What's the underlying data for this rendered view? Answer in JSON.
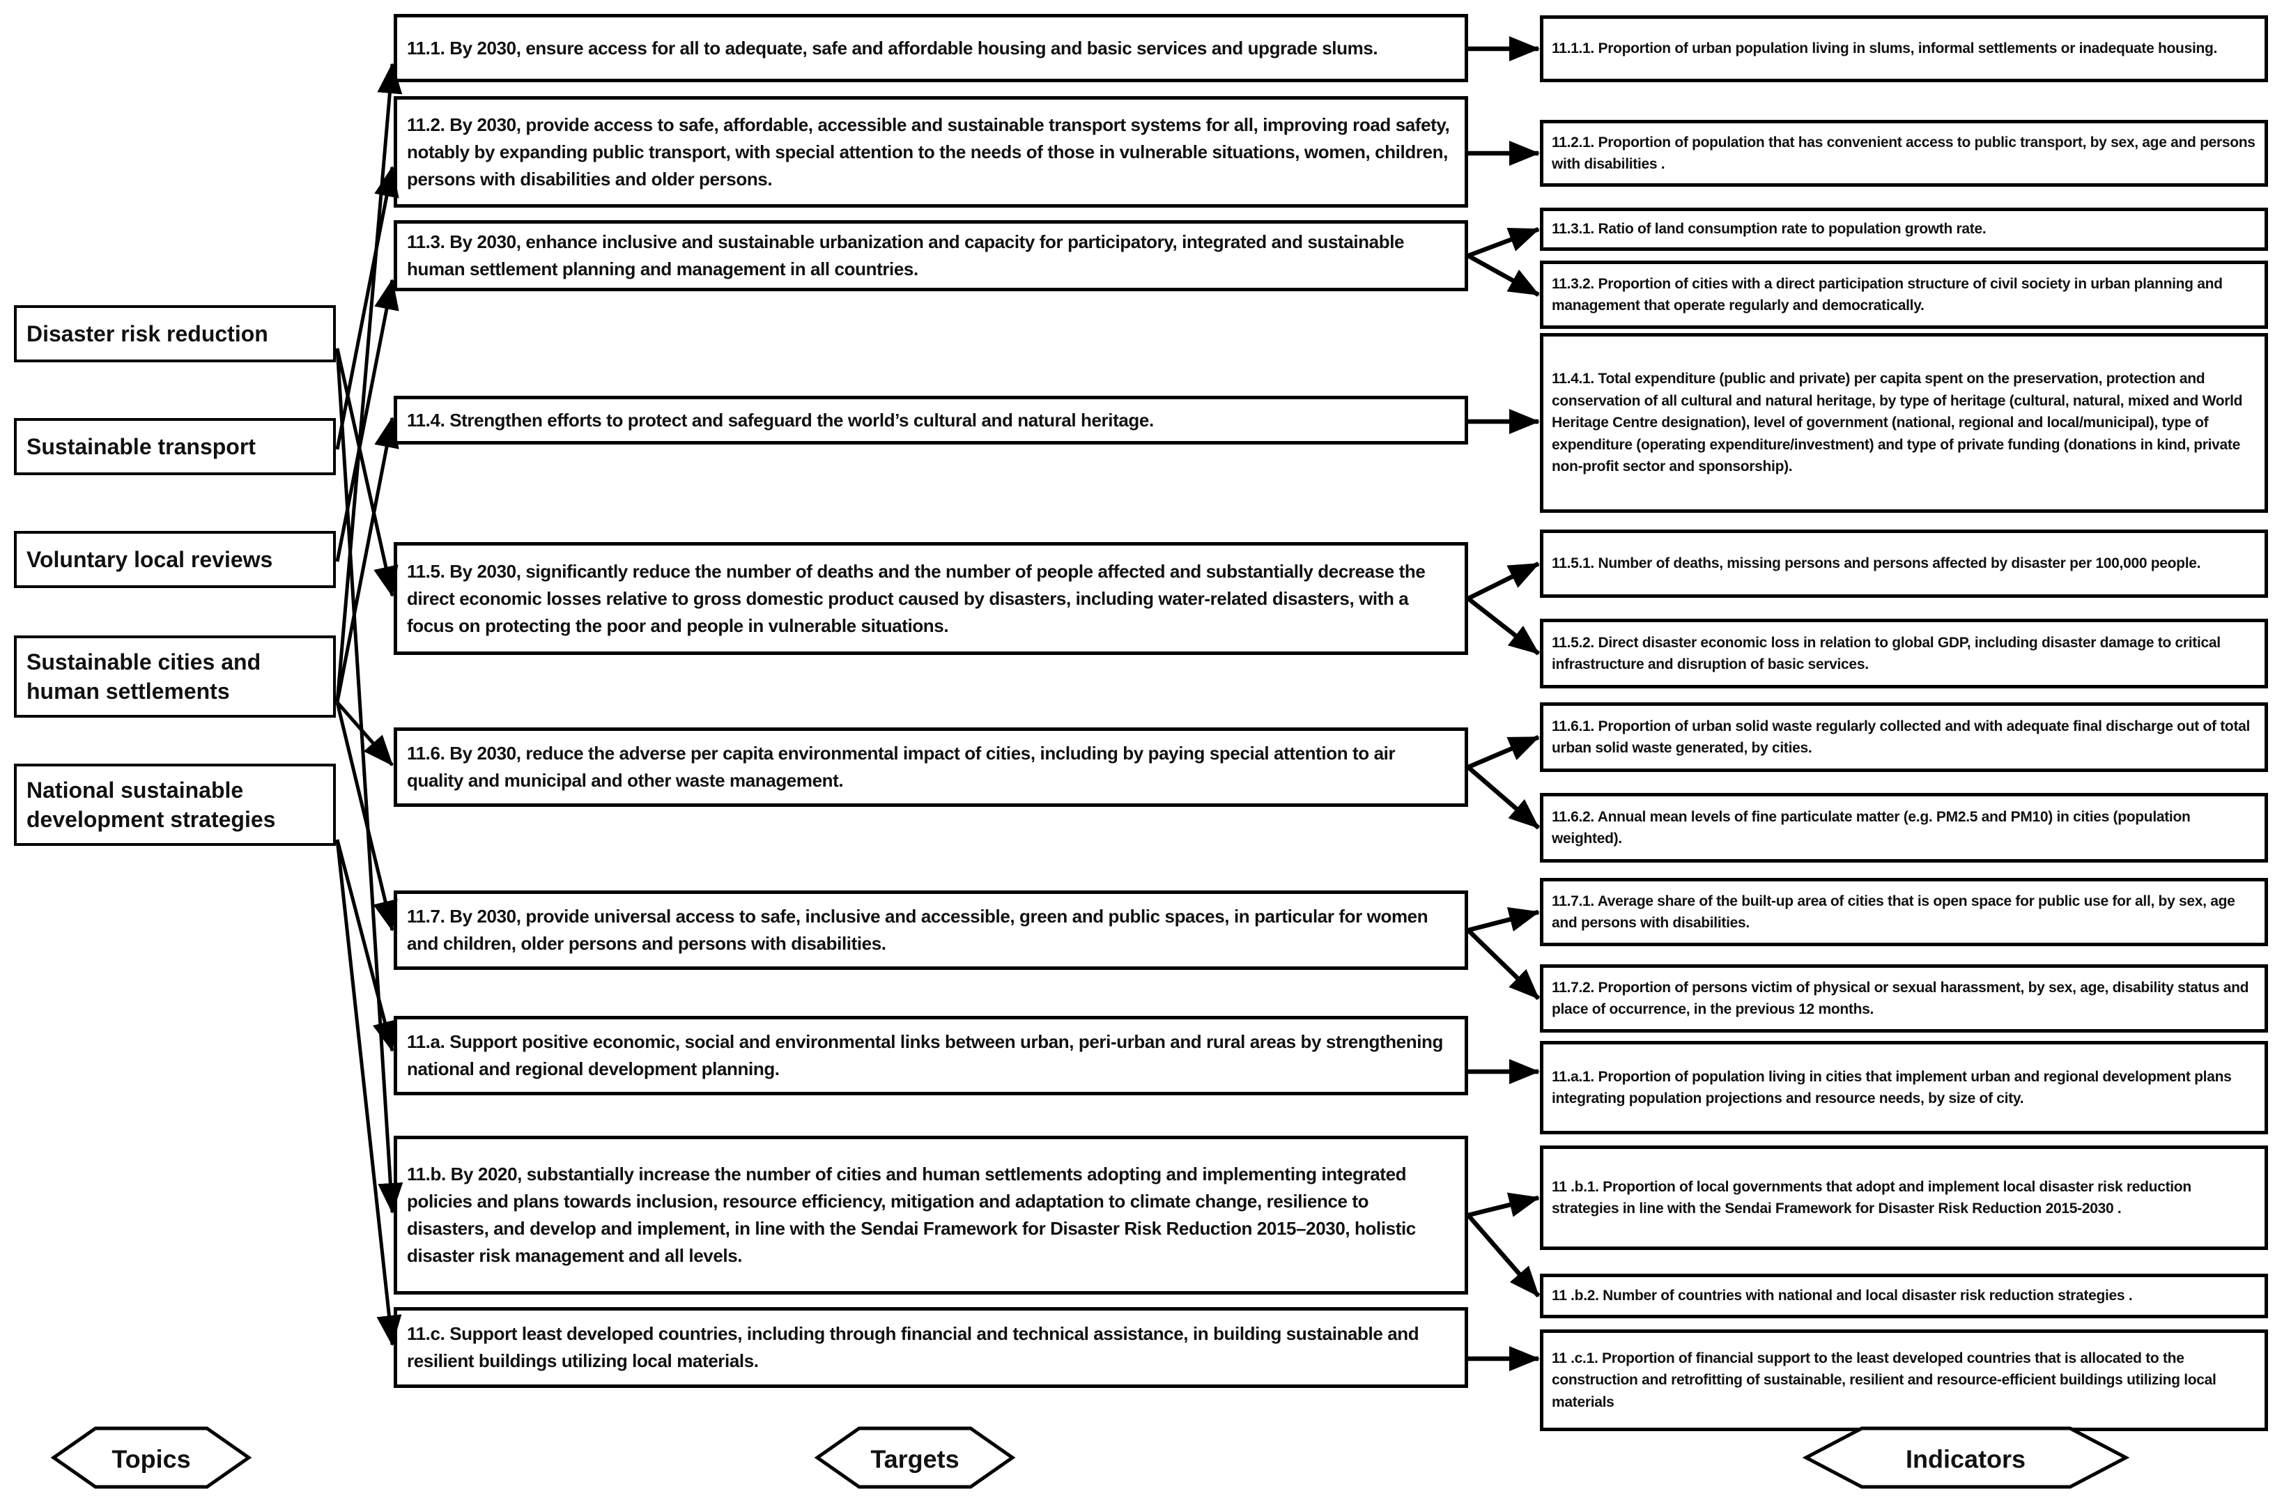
{
  "diagram": {
    "colors": {
      "background": "#ffffff",
      "box_fill": "#ffffff",
      "border": "#000000",
      "line": "#000000",
      "text": "#111111"
    },
    "legend": {
      "topics": "Topics",
      "targets": "Targets",
      "indicators": "Indicators"
    },
    "topics": [
      {
        "id": "topic-1",
        "label": "Disaster risk reduction"
      },
      {
        "id": "topic-2",
        "label": "Sustainable transport"
      },
      {
        "id": "topic-3",
        "label": "Voluntary local reviews"
      },
      {
        "id": "topic-4",
        "label": "Sustainable cities and human settlements"
      },
      {
        "id": "topic-5",
        "label": "National sustainable development strategies"
      }
    ],
    "targets": [
      {
        "id": "11.1",
        "text": "11.1. By 2030, ensure access for all to adequate, safe and affordable housing and basic services and upgrade slums."
      },
      {
        "id": "11.2",
        "text": "11.2. By 2030, provide access to safe, affordable, accessible and sustainable transport systems for all, improving road safety, notably by expanding public transport, with special attention to the needs of those in vulnerable situations, women, children, persons with disabilities and older persons."
      },
      {
        "id": "11.3",
        "text": "11.3. By 2030, enhance inclusive and sustainable urbanization and capacity for participatory, integrated and sustainable human settlement planning and management in all countries."
      },
      {
        "id": "11.4",
        "text": "11.4. Strengthen efforts to protect and safeguard the world’s cultural and natural heritage."
      },
      {
        "id": "11.5",
        "text": "11.5. By 2030, significantly reduce the number of deaths and the number of people affected and substantially decrease the direct economic losses relative to gross domestic product caused by disasters, including water-related disasters, with a focus on protecting the poor and people in vulnerable situations."
      },
      {
        "id": "11.6",
        "text": "11.6. By 2030, reduce the adverse per capita environmental impact of cities, including by paying special attention to air quality and municipal and other waste management."
      },
      {
        "id": "11.7",
        "text": "11.7. By 2030, provide universal access to safe, inclusive and accessible, green and public spaces, in particular for women and children, older persons and persons with disabilities."
      },
      {
        "id": "11.a",
        "text": "11.a. Support positive economic, social and environmental links between urban, peri-urban and rural areas by strengthening national and regional development planning."
      },
      {
        "id": "11.b",
        "text": "11.b. By 2020, substantially increase the number of cities and human settlements adopting and implementing integrated policies and plans towards inclusion, resource efficiency, mitigation and adaptation to climate change, resilience to disasters, and develop and implement, in line with the Sendai Framework for Disaster Risk Reduction 2015–2030, holistic disaster risk management and all levels."
      },
      {
        "id": "11.c",
        "text": "11.c. Support least developed countries, including through financial and technical assistance, in building sustainable and resilient buildings utilizing local materials."
      }
    ],
    "indicators": [
      {
        "id": "11.1.1",
        "text": "11.1.1. Proportion of urban population living in slums, informal settlements or inadequate housing."
      },
      {
        "id": "11.2.1",
        "text": "11.2.1. Proportion of population that has convenient access to public transport, by sex, age and persons with disabilities ."
      },
      {
        "id": "11.3.1",
        "text": "11.3.1. Ratio of land consumption rate to population growth rate."
      },
      {
        "id": "11.3.2",
        "text": "11.3.2. Proportion of cities with a direct participation structure of civil society in urban planning and management that operate regularly and democratically."
      },
      {
        "id": "11.4.1",
        "text": "11.4.1. Total expenditure (public and private) per capita spent on the preservation, protection and conservation of all cultural and natural heritage, by type of heritage (cultural, natural, mixed and World Heritage Centre designation), level of government (national, regional and local/municipal), type of expenditure (operating expenditure/investment) and type of private funding (donations in kind, private non-profit sector and sponsorship)."
      },
      {
        "id": "11.5.1",
        "text": "11.5.1. Number of deaths, missing persons and persons affected by disaster per 100,000 people."
      },
      {
        "id": "11.5.2",
        "text": "11.5.2. Direct disaster economic loss in relation to global GDP, including disaster damage to critical infrastructure and disruption of basic services."
      },
      {
        "id": "11.6.1",
        "text": "11.6.1. Proportion of urban solid waste regularly collected and with adequate final discharge out of total urban solid waste generated, by cities."
      },
      {
        "id": "11.6.2",
        "text": "11.6.2. Annual mean levels of fine particulate matter (e.g. PM2.5 and PM10) in cities (population weighted)."
      },
      {
        "id": "11.7.1",
        "text": "11.7.1. Average share of the built-up area of cities that is open space for public use for all, by sex, age and persons with disabilities."
      },
      {
        "id": "11.7.2",
        "text": "11.7.2. Proportion of persons victim of physical or sexual harassment, by sex, age, disability status and place of occurrence, in the previous 12 months."
      },
      {
        "id": "11.a.1",
        "text": "11.a.1. Proportion of population living in cities that implement urban and regional development plans integrating population projections and resource needs, by size of city."
      },
      {
        "id": "11.b.1",
        "text": "11 .b.1. Proportion of local governments that adopt and implement local disaster risk reduction strategies in line with the Sendai Framework for Disaster Risk Reduction 2015-2030 ."
      },
      {
        "id": "11.b.2",
        "text": "11 .b.2. Number of countries with national and local disaster risk reduction strategies ."
      },
      {
        "id": "11.c.1",
        "text": "11 .c.1. Proportion of financial support to the least developed countries that is allocated to the construction and retrofitting of sustainable, resilient and resource-efficient buildings utilizing local materials"
      }
    ],
    "connections": {
      "topic_to_targets": [
        {
          "topic": "Disaster risk reduction",
          "targets": [
            "11.5",
            "11.b"
          ]
        },
        {
          "topic": "Sustainable transport",
          "targets": [
            "11.2"
          ]
        },
        {
          "topic": "Voluntary local reviews",
          "targets": [
            "11.3"
          ]
        },
        {
          "topic": "Sustainable cities and human settlements",
          "targets": [
            "11.1",
            "11.4",
            "11.6",
            "11.7"
          ]
        },
        {
          "topic": "National sustainable development strategies",
          "targets": [
            "11.a",
            "11.c"
          ]
        }
      ],
      "target_to_indicators": {
        "11.1": [
          "11.1.1"
        ],
        "11.2": [
          "11.2.1"
        ],
        "11.3": [
          "11.3.1",
          "11.3.2"
        ],
        "11.4": [
          "11.4.1"
        ],
        "11.5": [
          "11.5.1",
          "11.5.2"
        ],
        "11.6": [
          "11.6.1",
          "11.6.2"
        ],
        "11.7": [
          "11.7.1",
          "11.7.2"
        ],
        "11.a": [
          "11.a.1"
        ],
        "11.b": [
          "11.b.1",
          "11.b.2"
        ],
        "11.c": [
          "11.c.1"
        ]
      }
    }
  }
}
